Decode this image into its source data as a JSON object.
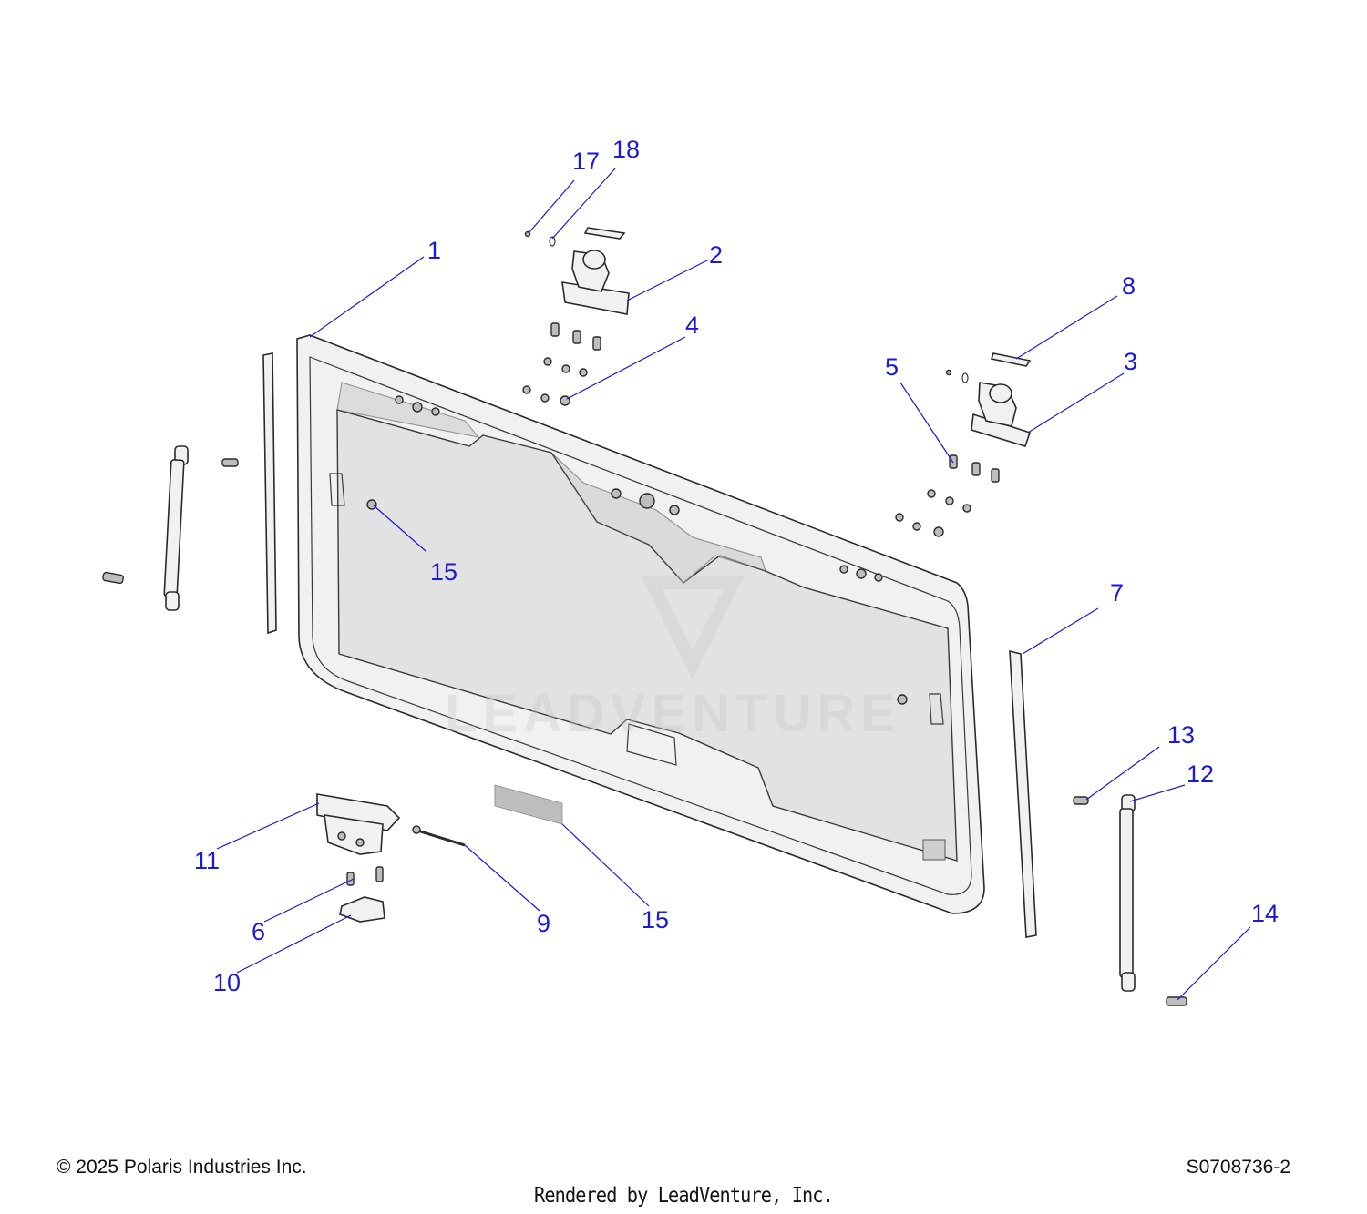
{
  "diagram": {
    "watermark_text": "LEADVENTURE",
    "callouts": [
      {
        "id": "1",
        "label": "1"
      },
      {
        "id": "2",
        "label": "2"
      },
      {
        "id": "3",
        "label": "3"
      },
      {
        "id": "4",
        "label": "4"
      },
      {
        "id": "5",
        "label": "5"
      },
      {
        "id": "6",
        "label": "6"
      },
      {
        "id": "7",
        "label": "7"
      },
      {
        "id": "8",
        "label": "8"
      },
      {
        "id": "9",
        "label": "9"
      },
      {
        "id": "10",
        "label": "10"
      },
      {
        "id": "11",
        "label": "11"
      },
      {
        "id": "12",
        "label": "12"
      },
      {
        "id": "13",
        "label": "13"
      },
      {
        "id": "14",
        "label": "14"
      },
      {
        "id": "15a",
        "label": "15"
      },
      {
        "id": "15b",
        "label": "15"
      },
      {
        "id": "17",
        "label": "17"
      },
      {
        "id": "18",
        "label": "18"
      }
    ]
  },
  "footer": {
    "copyright": "© 2025 Polaris Industries Inc.",
    "drawing_id": "S0708736-2",
    "rendered_by": "Rendered by LeadVenture, Inc."
  },
  "colors": {
    "callout": "#1a1ad6",
    "line_art": "#2a2a2a",
    "glass": "#e2e2e2"
  }
}
